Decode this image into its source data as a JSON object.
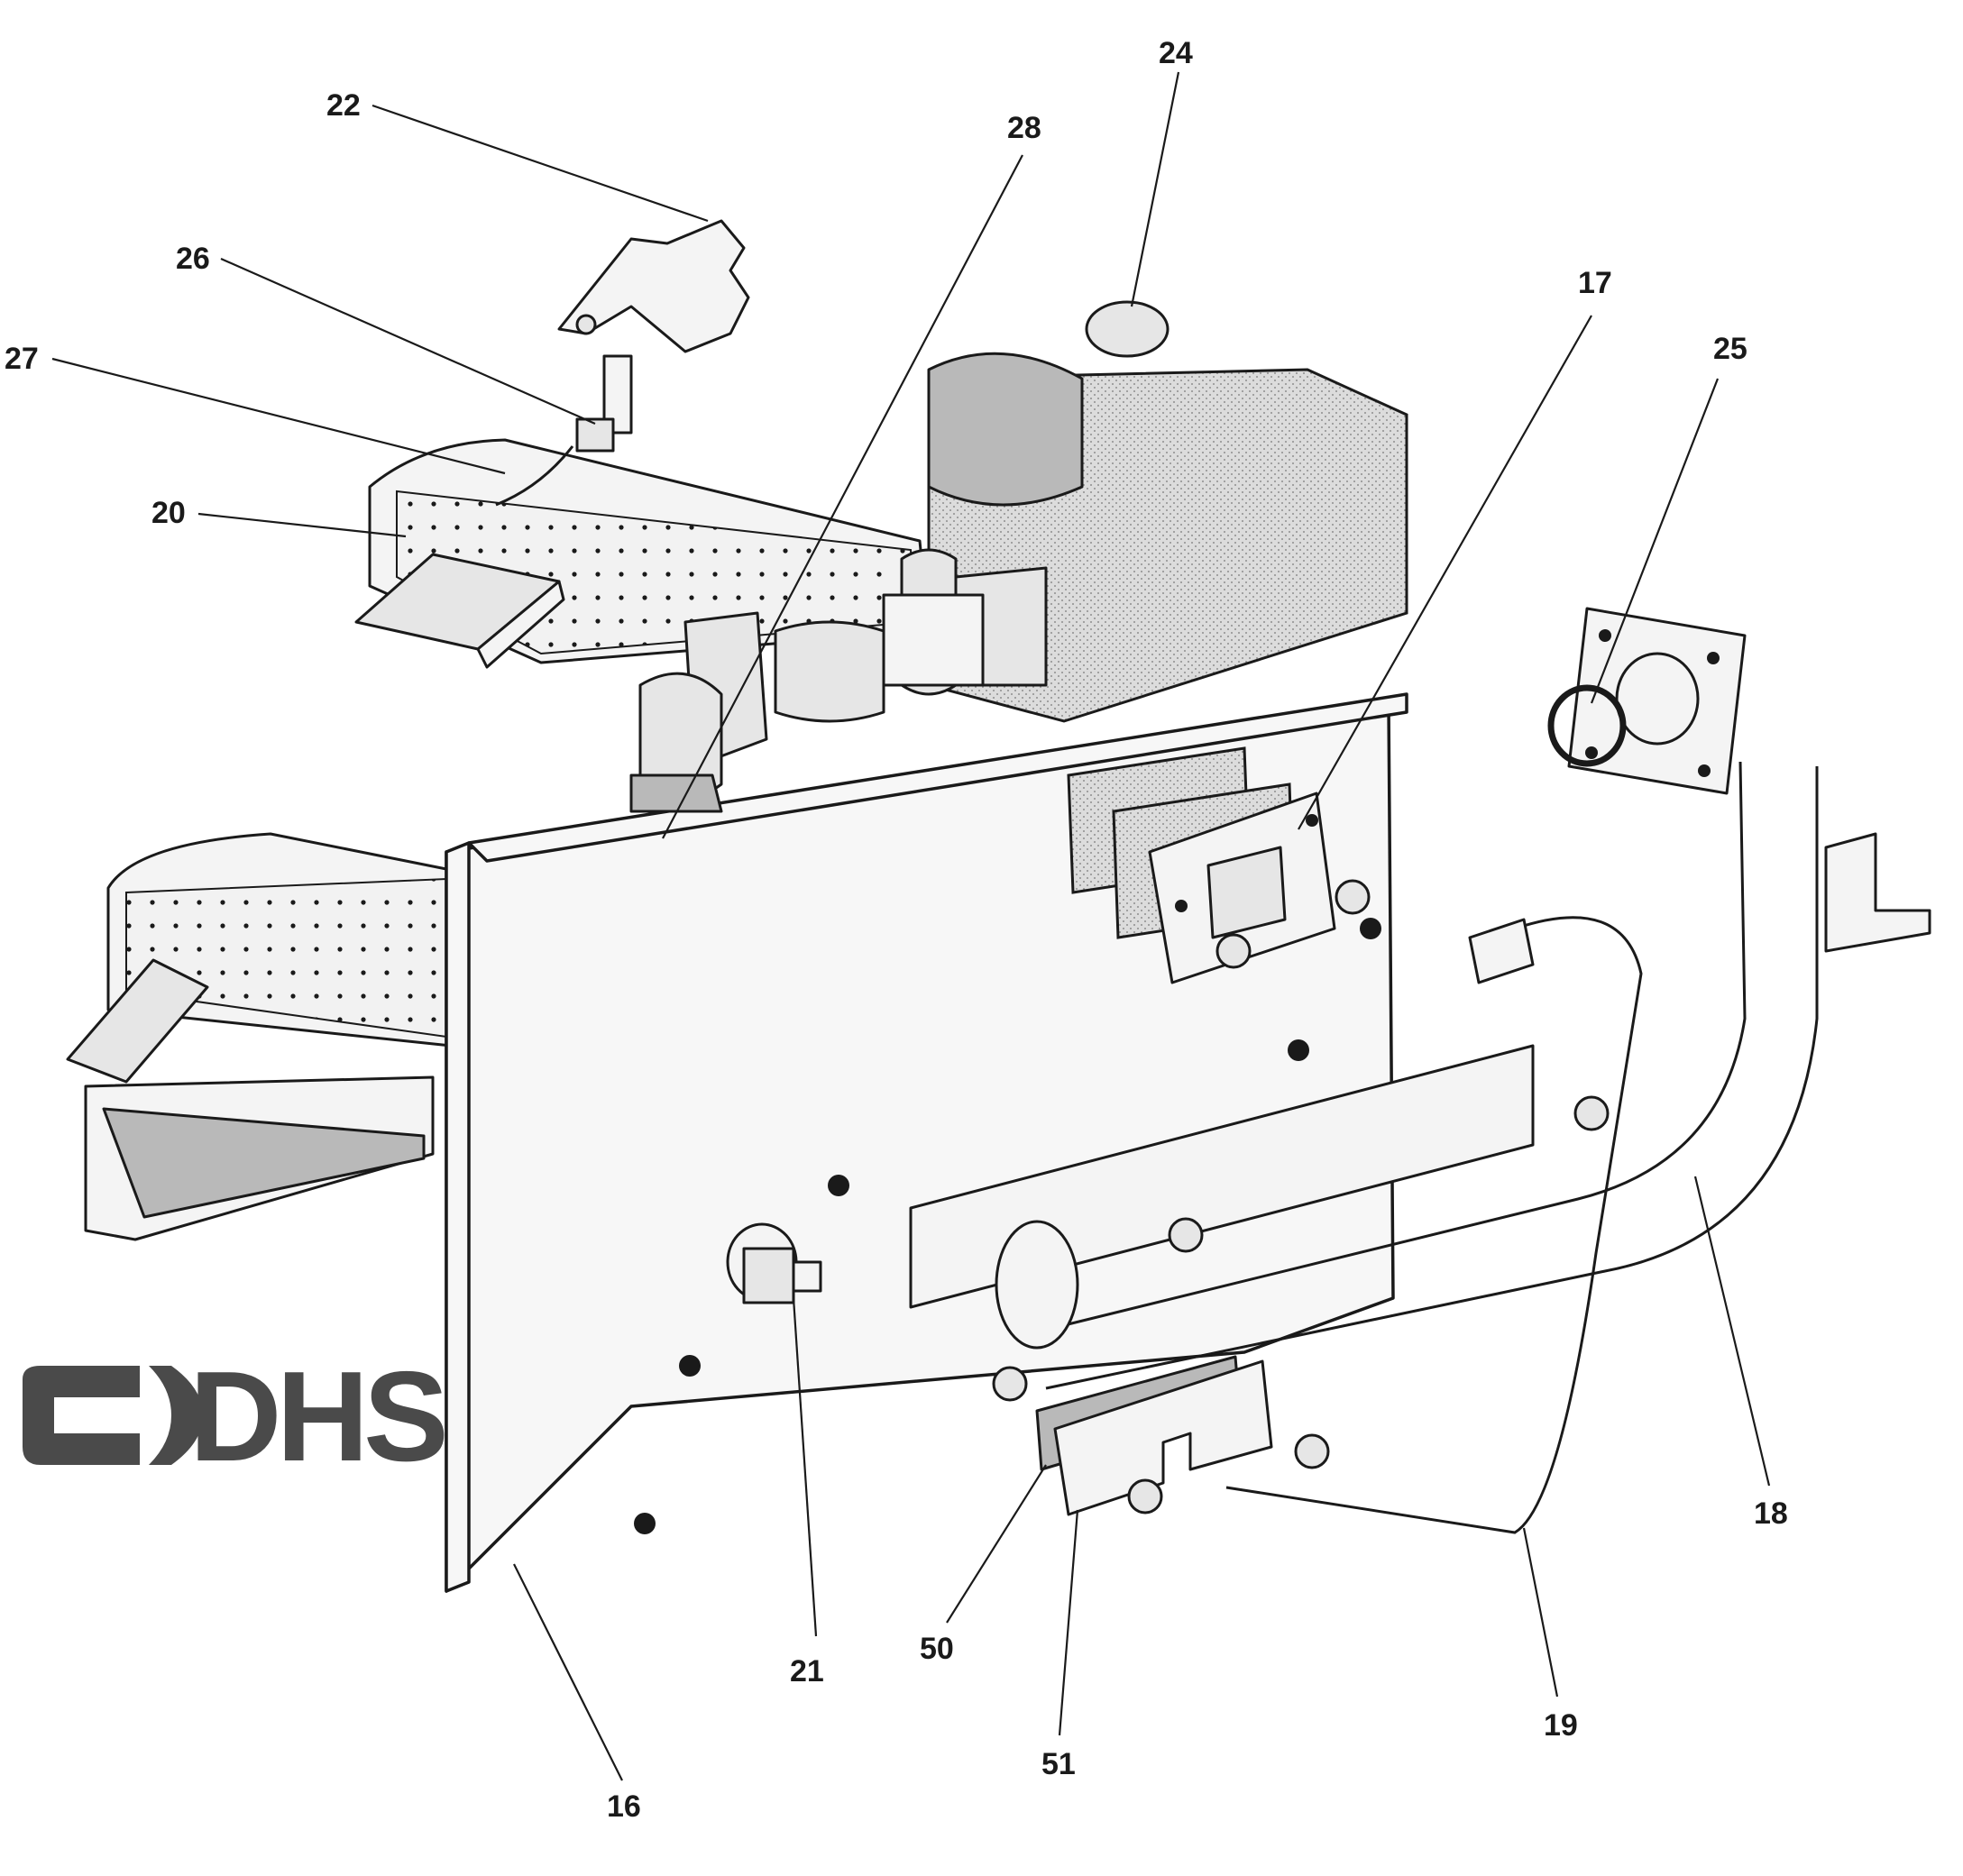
{
  "logo": {
    "text": "DHS",
    "color": "#4a4a4a"
  },
  "callouts": [
    {
      "id": "22",
      "label": "22"
    },
    {
      "id": "24",
      "label": "24"
    },
    {
      "id": "28",
      "label": "28"
    },
    {
      "id": "26",
      "label": "26"
    },
    {
      "id": "27",
      "label": "27"
    },
    {
      "id": "17",
      "label": "17"
    },
    {
      "id": "25",
      "label": "25"
    },
    {
      "id": "20",
      "label": "20"
    },
    {
      "id": "18",
      "label": "18"
    },
    {
      "id": "21",
      "label": "21"
    },
    {
      "id": "50",
      "label": "50"
    },
    {
      "id": "19",
      "label": "19"
    },
    {
      "id": "51",
      "label": "51"
    },
    {
      "id": "16",
      "label": "16"
    }
  ]
}
